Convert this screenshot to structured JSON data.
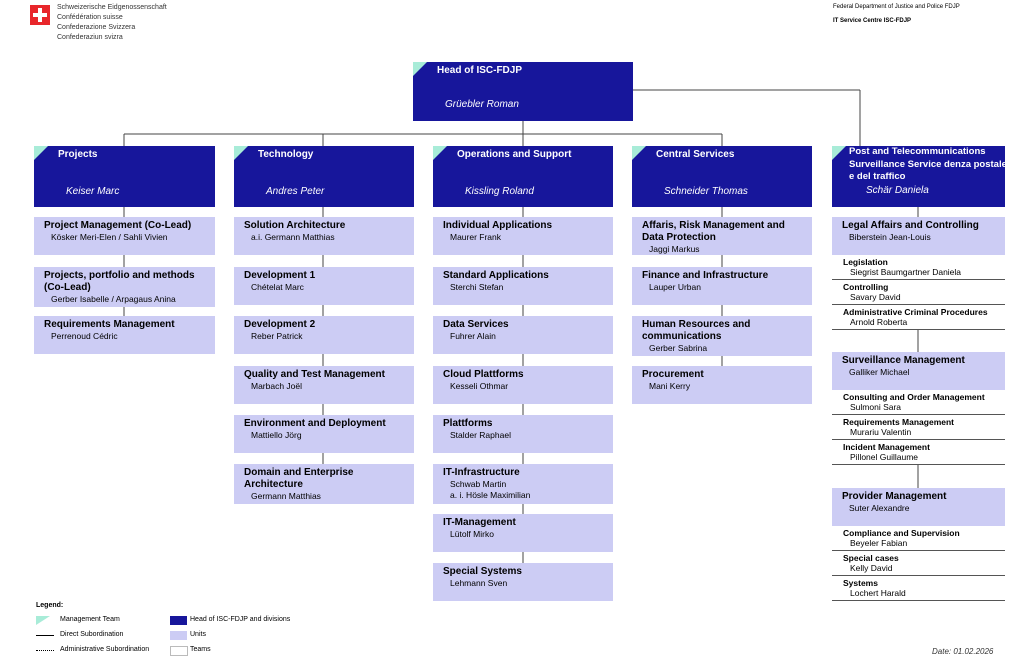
{
  "header": {
    "confederation": [
      "Schweizerische Eidgenossenschaft",
      "Confédération suisse",
      "Confederazione Svizzera",
      "Confederaziun svizra"
    ],
    "ministry": "Federal Department of Justice and Police FDJP",
    "office": "IT Service Centre ISC-FDJP"
  },
  "colors": {
    "division": "#17169b",
    "unit": "#ccccf4",
    "management": "#a8ecd8"
  },
  "top": {
    "title": "Head of ISC-FDJP",
    "head": "Grüebler Roman"
  },
  "divisions": [
    {
      "title": "Projects",
      "head": "Keiser Marc",
      "units": [
        {
          "title": "Project Management (Co-Lead)",
          "people": [
            "Kösker Meri-Elen / Sahli Vivien"
          ]
        },
        {
          "title": "Projects, portfolio and methods (Co-Lead)",
          "people": [
            "Gerber Isabelle / Arpagaus Anina"
          ]
        },
        {
          "title": "Requirements Management",
          "people": [
            "Perrenoud Cédric"
          ]
        }
      ]
    },
    {
      "title": "Technology",
      "head": "Andres Peter",
      "units": [
        {
          "title": "Solution Architecture",
          "people": [
            "a.i. Germann Matthias"
          ]
        },
        {
          "title": "Development 1",
          "people": [
            "Chételat Marc"
          ]
        },
        {
          "title": "Development 2",
          "people": [
            "Reber Patrick"
          ]
        },
        {
          "title": "Quality and Test Management",
          "people": [
            "Marbach Joël"
          ]
        },
        {
          "title": "Environment and Deployment",
          "people": [
            "Mattiello Jörg"
          ]
        },
        {
          "title": "Domain and Enterprise Architecture",
          "people": [
            "Germann Matthias"
          ]
        }
      ]
    },
    {
      "title": "Operations and Support",
      "head": "Kissling Roland",
      "units": [
        {
          "title": "Individual Applications",
          "people": [
            "Maurer Frank"
          ]
        },
        {
          "title": "Standard Applications",
          "people": [
            "Sterchi Stefan"
          ]
        },
        {
          "title": "Data Services",
          "people": [
            "Fuhrer Alain"
          ]
        },
        {
          "title": "Cloud Plattforms",
          "people": [
            "Kesseli Othmar"
          ]
        },
        {
          "title": "Plattforms",
          "people": [
            "Stalder Raphael"
          ]
        },
        {
          "title": "IT-Infrastructure",
          "people": [
            "Schwab Martin",
            "a. i. Hösle Maximilian"
          ]
        },
        {
          "title": "IT-Management",
          "people": [
            "Lütolf Mirko"
          ]
        },
        {
          "title": "Special Systems",
          "people": [
            "Lehmann Sven"
          ]
        }
      ]
    },
    {
      "title": "Central Services",
      "head": "Schneider Thomas",
      "units": [
        {
          "title": "Affaris, Risk Management and Data Protection",
          "people": [
            "Jaggi Markus"
          ]
        },
        {
          "title": "Finance and Infrastructure",
          "people": [
            "Lauper Urban"
          ]
        },
        {
          "title": "Human Resources and communications",
          "people": [
            "Gerber Sabrina"
          ]
        },
        {
          "title": "Procurement",
          "people": [
            "Mani Kerry"
          ]
        }
      ]
    },
    {
      "title": "Post and Telecommunications Surveillance Service denza postale e del traffico",
      "head": "Schär Daniela",
      "units": [
        {
          "title": "Legal Affairs and Controlling",
          "people": [
            "Biberstein Jean-Louis"
          ],
          "teams": [
            {
              "title": "Legislation",
              "people": [
                "Siegrist Baumgartner Daniela"
              ]
            },
            {
              "title": "Controlling",
              "people": [
                "Savary David"
              ]
            },
            {
              "title": "Administrative Criminal Procedures",
              "people": [
                "Arnold Roberta"
              ]
            }
          ]
        },
        {
          "title": "Surveillance Management",
          "people": [
            "Galliker Michael"
          ],
          "teams": [
            {
              "title": "Consulting and Order Management",
              "people": [
                "Sulmoni Sara"
              ]
            },
            {
              "title": "Requirements Management",
              "people": [
                "Murariu Valentin"
              ]
            },
            {
              "title": "Incident Management",
              "people": [
                "Pillonel Guillaume"
              ]
            }
          ]
        },
        {
          "title": "Provider Management",
          "people": [
            "Suter Alexandre"
          ],
          "teams": [
            {
              "title": "Compliance and Supervision",
              "people": [
                "Beyeler Fabian"
              ]
            },
            {
              "title": "Special cases",
              "people": [
                "Kelly David"
              ]
            },
            {
              "title": "Systems",
              "people": [
                "Lochert Harald"
              ]
            }
          ]
        }
      ]
    }
  ],
  "legend": {
    "title": "Legend:",
    "items": [
      {
        "label": "Management Team"
      },
      {
        "label": "Direct Subordination"
      },
      {
        "label": "Administrative Subordination"
      },
      {
        "label": "Head of ISC-FDJP and divisions"
      },
      {
        "label": "Units"
      },
      {
        "label": "Teams"
      }
    ]
  },
  "date": "Date: 01.02.2026"
}
